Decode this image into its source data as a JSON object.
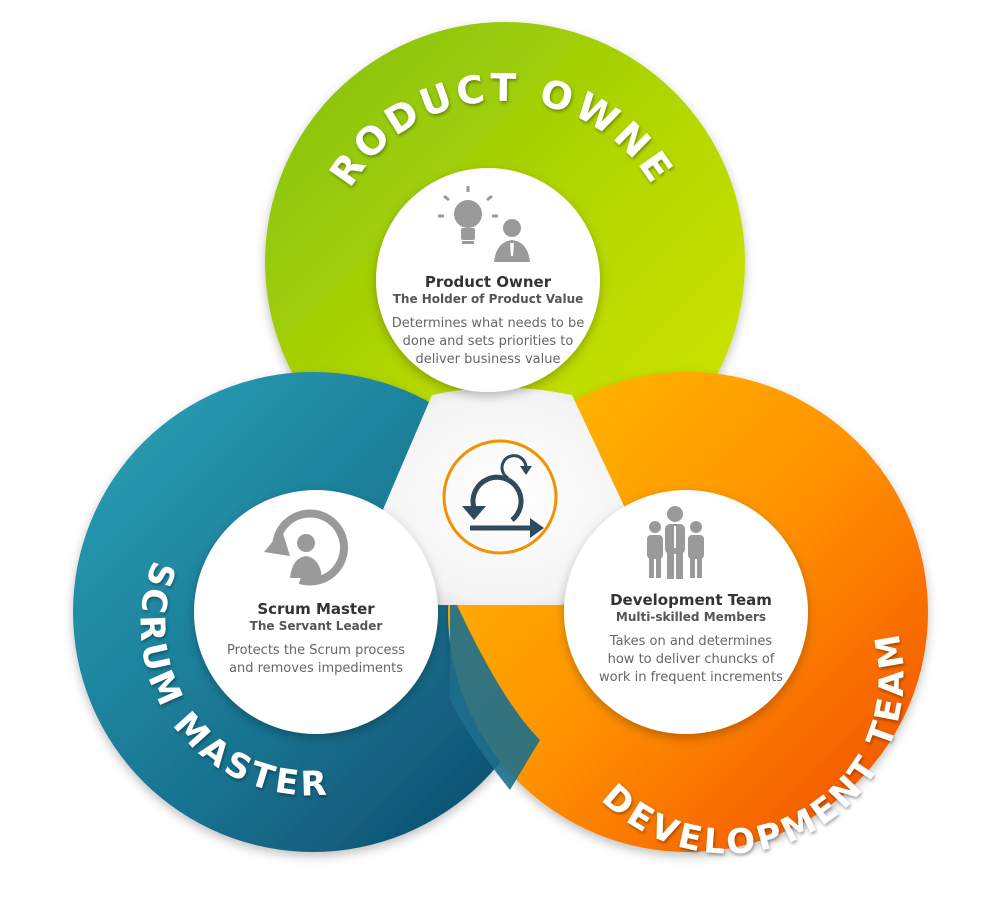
{
  "rings": {
    "product_owner": {
      "label": "PRODUCT OWNER",
      "color_light": "#c8e000",
      "color_dark": "#7fb012"
    },
    "scrum_master": {
      "label": "SCRUM MASTER",
      "color_light": "#2a9cb0",
      "color_dark": "#0e4f6e"
    },
    "development_team": {
      "label": "DEVELOPMENT TEAM",
      "color_light": "#ffc000",
      "color_dark": "#f04a00"
    }
  },
  "cards": {
    "product_owner": {
      "role": "Product Owner",
      "subtitle": "The Holder of Product Value",
      "description": "Determines what needs to be done and sets priorities to deliver business value"
    },
    "scrum_master": {
      "role": "Scrum Master",
      "subtitle": "The Servant Leader",
      "description": "Protects the Scrum process and removes impediments"
    },
    "development_team": {
      "role": "Development Team",
      "subtitle": "Multi-skilled Members",
      "description": "Takes on and determines how to deliver chuncks of work in frequent increments"
    }
  },
  "icons": {
    "product_owner": "lightbulb-person-icon",
    "scrum_master": "cycle-person-icon",
    "development_team": "team-icon",
    "center": "scrum-cycle-icon"
  }
}
